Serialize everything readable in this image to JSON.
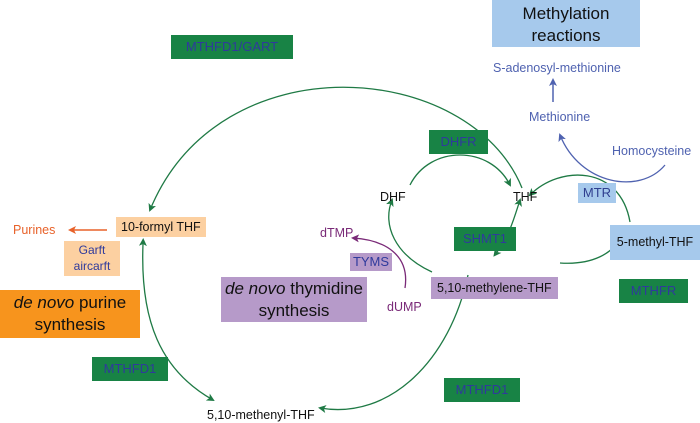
{
  "colors": {
    "enzyme_green": "#188345",
    "enzyme_text": "#2f3a9c",
    "arrow_green": "#1f7a45",
    "arrow_blue": "#4f62b0",
    "arrow_purple": "#7a2a78",
    "arrow_orange": "#e8622a",
    "peach": "#fcd0a1",
    "purple_box": "#b69ac9",
    "orange_box": "#f7941d",
    "light_blue": "#a6c9ec"
  },
  "process_boxes": {
    "methylation": {
      "line1": "Methylation",
      "line2": "reactions"
    },
    "purine": {
      "italic": "de novo",
      "rest": " purine",
      "line2": "synthesis"
    },
    "thymidine": {
      "italic": "de novo",
      "rest": " thymidine",
      "line2": "synthesis"
    }
  },
  "metabolites": {
    "sam": "S-adenosyl-methionine",
    "methionine": "Methionine",
    "homocysteine": "Homocysteine",
    "dhf": "DHF",
    "thf": "THF",
    "formyl_thf": "10-formyl THF",
    "purines": "Purines",
    "dtmp": "dTMP",
    "dump": "dUMP",
    "methylene_thf": "5,10-methylene-THF",
    "methyl_thf": "5-methyl-THF",
    "methenyl_thf": "5,10-methenyl-THF"
  },
  "enzymes": {
    "mthfd1_gart": "MTHFD1/GART",
    "dhfr": "DHFR",
    "mtr": "MTR",
    "shmt1": "SHMT1",
    "tyms": "TYMS",
    "mthfr": "MTHFR",
    "mthfd1_left": "MTHFD1",
    "mthfd1_right": "MTHFD1",
    "garft_line1": "Garft",
    "garft_line2": "aircarft"
  }
}
